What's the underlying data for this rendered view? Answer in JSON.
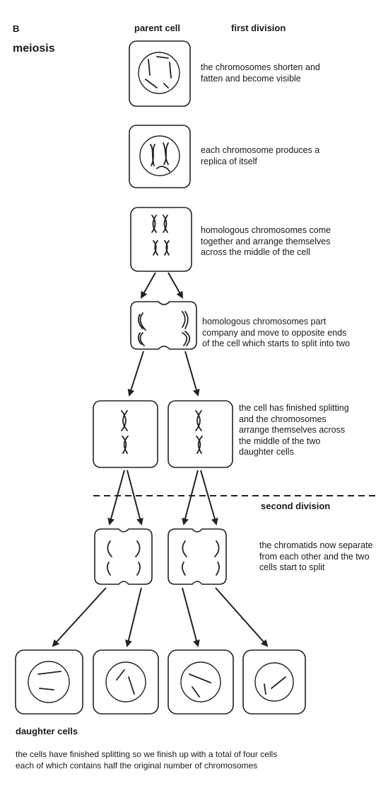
{
  "labels": {
    "section_letter": "B",
    "title": "meiosis",
    "col_parent": "parent cell",
    "col_first": "first division",
    "second_division": "second division",
    "daughter_cells": "daughter cells"
  },
  "steps": [
    "the chromosomes shorten and\nfatten and become visible",
    "each chromosome produces a\nreplica of itself",
    "homologous chromosomes come\ntogether and arrange themselves\nacross the middle of the cell",
    "homologous chromosomes part\ncompany and move to opposite ends\nof the cell which starts to split into two",
    "the cell has finished splitting\nand the chromosomes\narrange themselves across\nthe middle of the two\ndaughter cells",
    "the chromatids now separate\nfrom each other and the two\ncells start to split"
  ],
  "conclusion": "the cells have finished splitting so we finish up with a total of four cells\neach of which contains half the original number of chromosomes"
}
